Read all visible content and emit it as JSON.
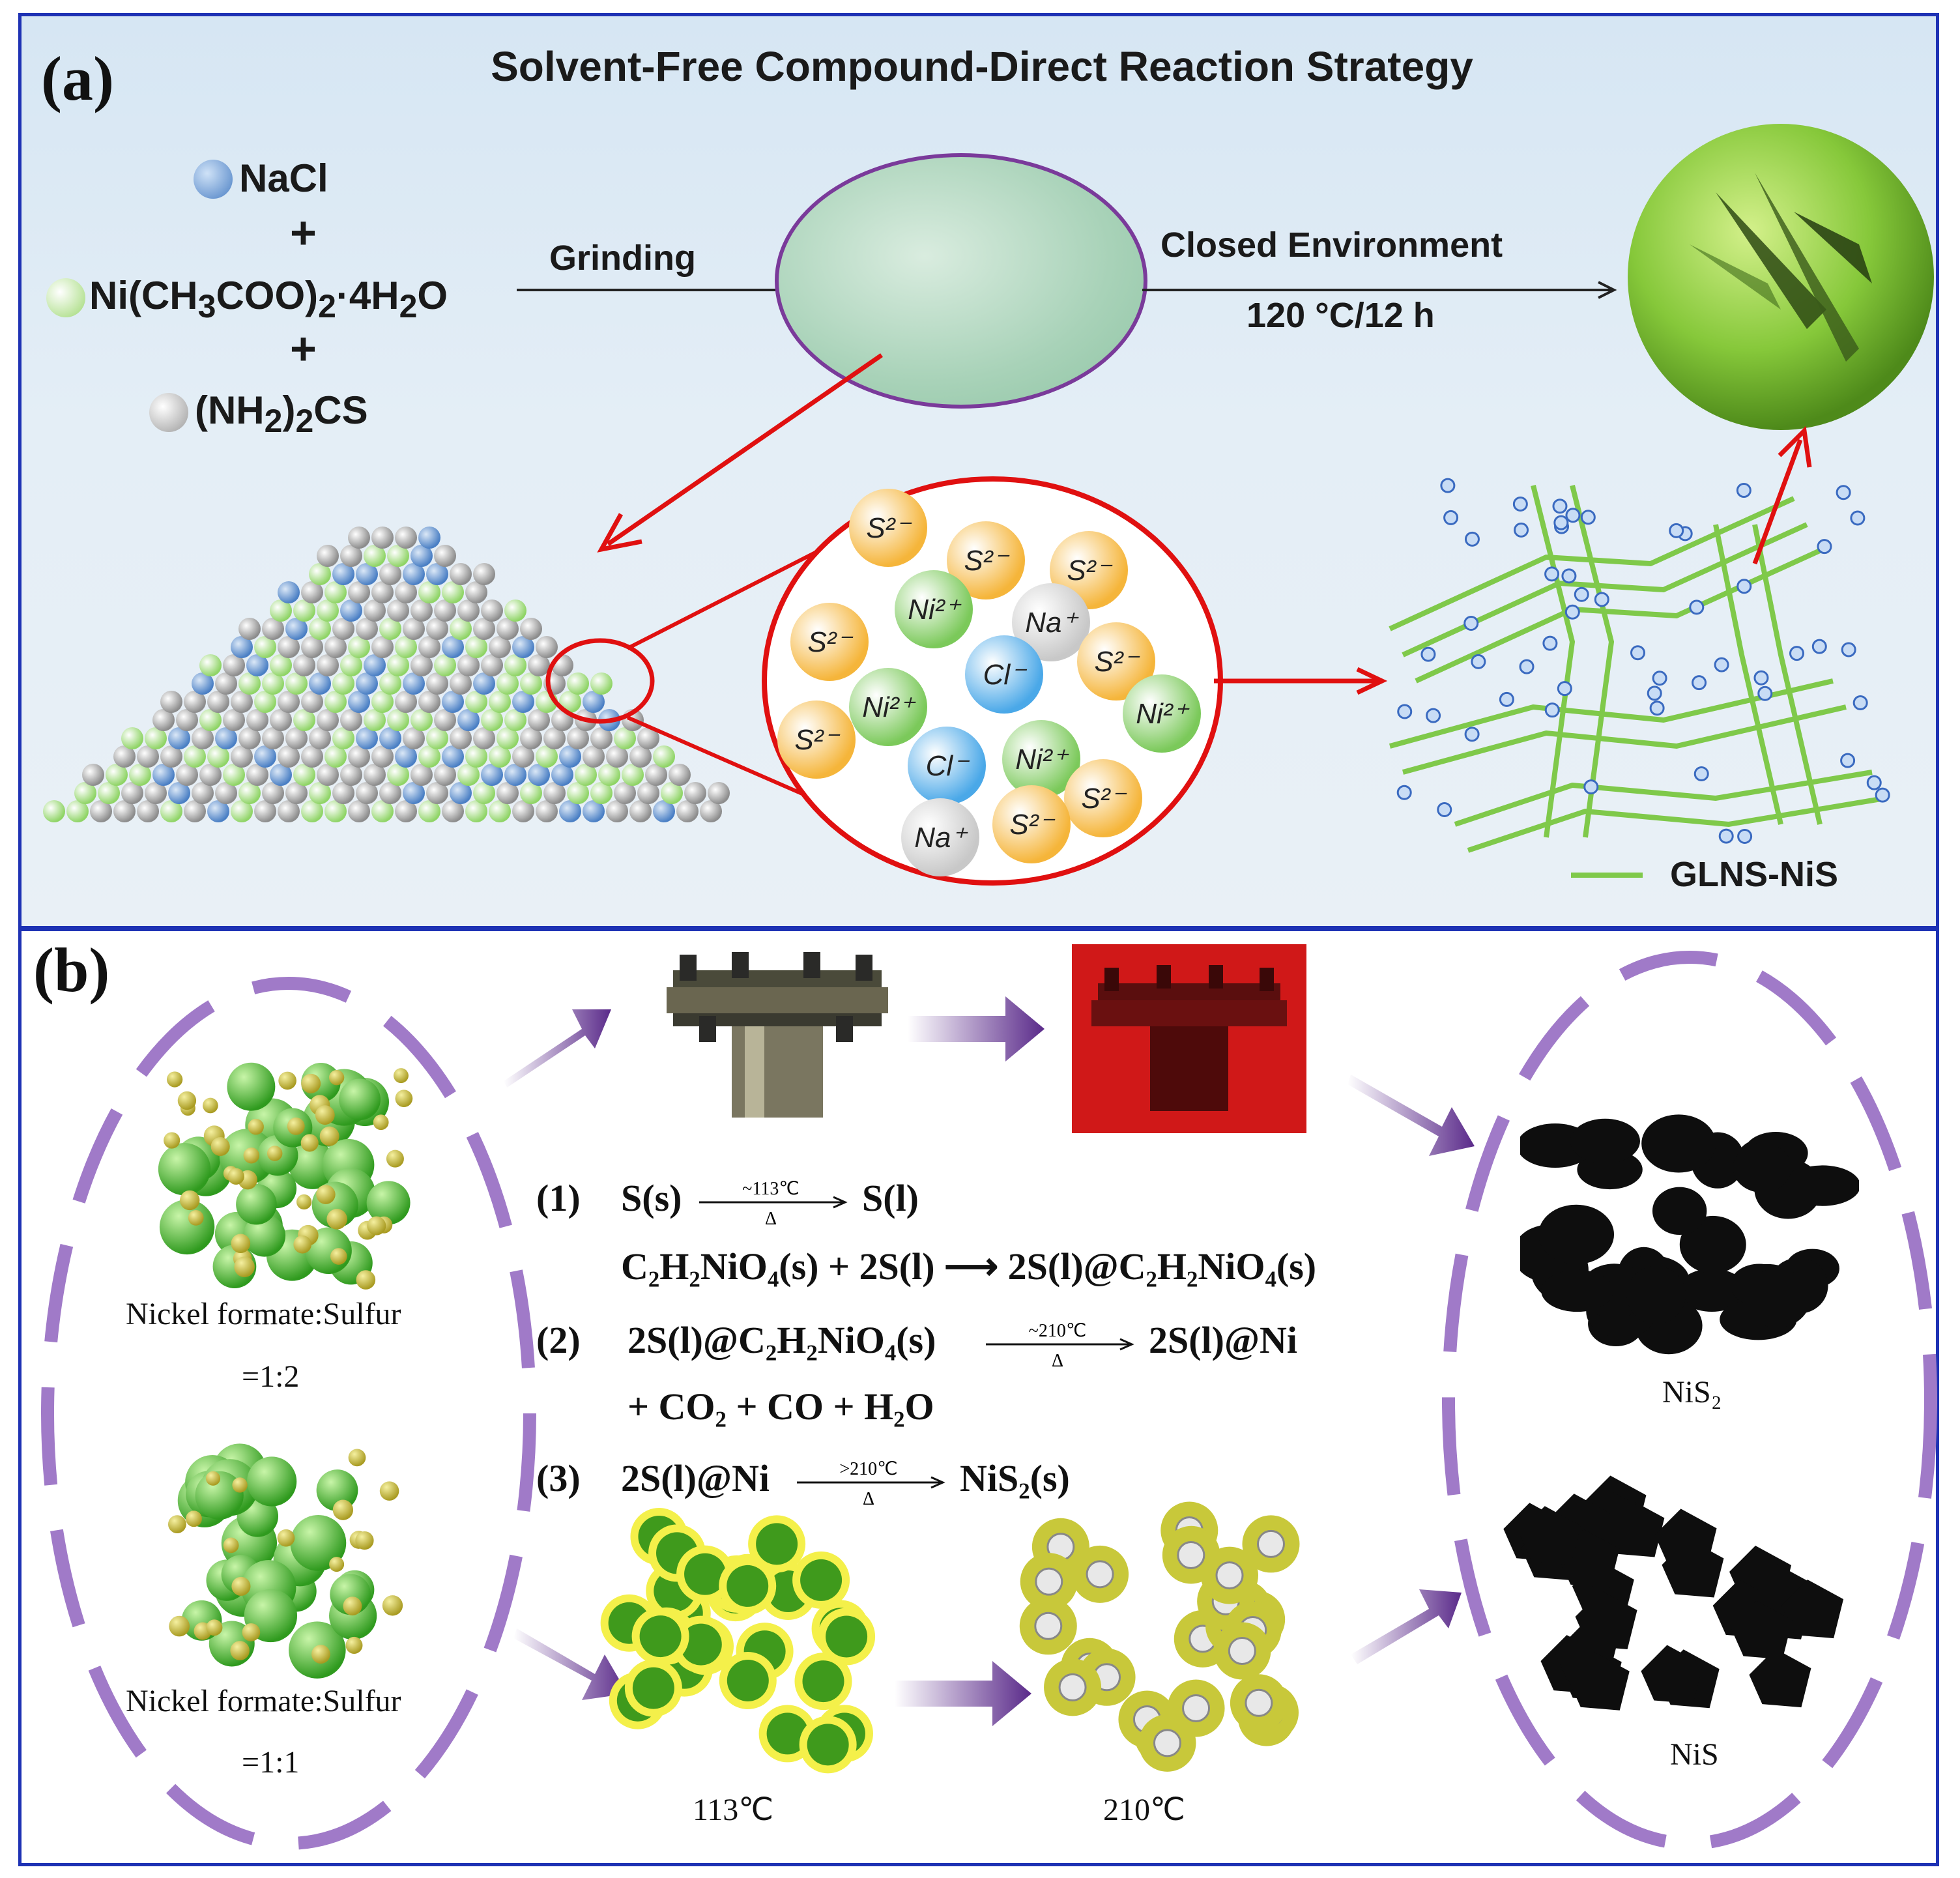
{
  "panel_a": {
    "label": "(a)",
    "title": "Solvent-Free Compound-Direct Reaction Strategy",
    "reagents": [
      {
        "html": "NaCl",
        "color": "#5b8fd0"
      },
      {
        "html": "Ni(CH<sub>3</sub>COO)<sub>2</sub>·4H<sub>2</sub>O",
        "color": "#8ad060"
      },
      {
        "html": "(NH<sub>2</sub>)<sub>2</sub>CS",
        "color": "#a9a9a9"
      }
    ],
    "plus": "+",
    "step1": "Grinding",
    "step2_line1": "Closed Environment",
    "step2_line2": "120 °C/12 h",
    "ions": {
      "s": "S²⁻",
      "ni": "Ni²⁺",
      "na": "Na⁺",
      "cl": "Cl⁻"
    },
    "legend": "GLNS-NiS"
  },
  "panel_b": {
    "label": "(b)",
    "ratio1_line1": "Nickel formate:Sulfur",
    "ratio1_line2": "=1:2",
    "ratio2_line1": "Nickel formate:Sulfur",
    "ratio2_line2": "=1:1",
    "temp1": "113℃",
    "temp2": "210℃",
    "product1": "NiS₂",
    "product2": "NiS",
    "eq1_num": "(1)",
    "eq1_left": "S(s)",
    "eq1_cond": "~113℃",
    "eq1_right": "S(l)",
    "eq1b": "C₂H₂NiO₄(s) + 2S(l) ⟶ 2S(l)@C₂H₂NiO₄(s)",
    "eq2_num": "(2)",
    "eq2_left": "2S(l)@C₂H₂NiO₄(s)",
    "eq2_cond": "~210℃",
    "eq2_right": "2S(l)@Ni",
    "eq2b": "+ CO₂ + CO + H₂O",
    "eq3_num": "(3)",
    "eq3_left": "2S(l)@Ni",
    "eq3_cond": ">210℃",
    "eq3_right": "NiS₂(s)",
    "delta": "Δ"
  }
}
